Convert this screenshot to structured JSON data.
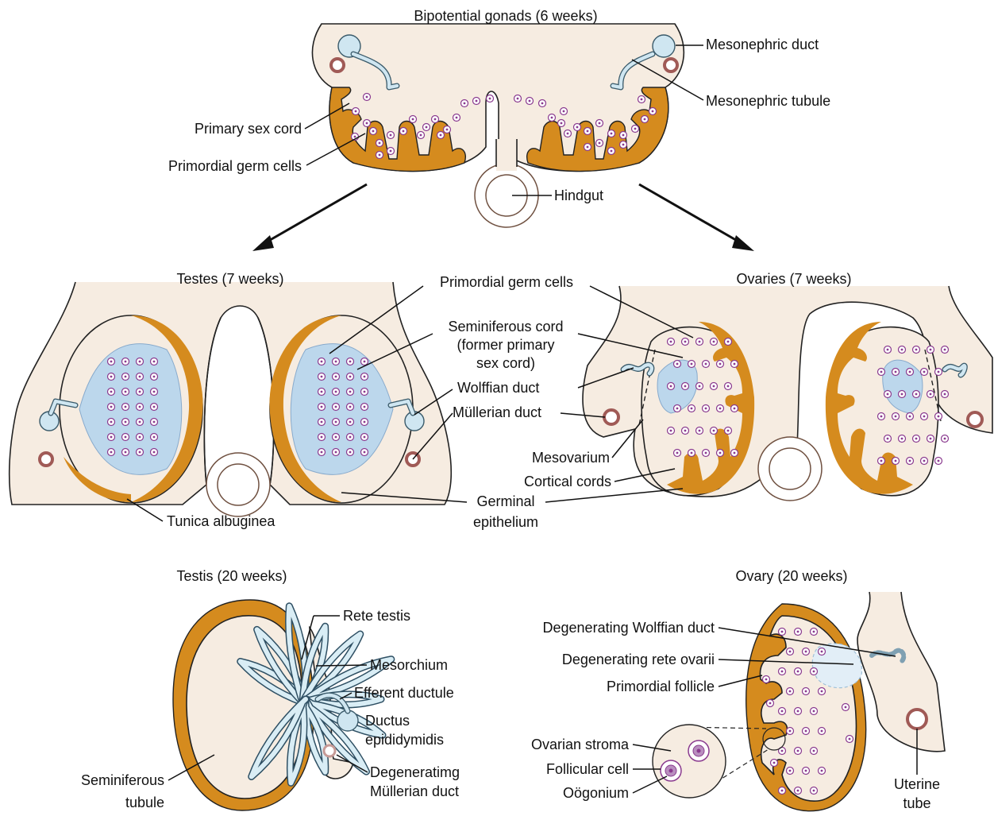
{
  "labels": {
    "bipotential": "Bipotential gonads (6 weeks)",
    "mesonephric_duct": "Mesonephric duct",
    "mesonephric_tubule": "Mesonephric tubule",
    "primary_sex_cord": "Primary sex cord",
    "primordial_germ_cells_top": "Primordial germ cells",
    "hindgut": "Hindgut",
    "testes_7": "Testes (7 weeks)",
    "ovaries_7": "Ovaries (7 weeks)",
    "primordial_germ_cells_mid": "Primordial germ cells",
    "seminiferous_cord_1": "Seminiferous cord",
    "seminiferous_cord_2": "(former primary",
    "seminiferous_cord_3": "sex cord)",
    "wolffian_duct": "Wolffian duct",
    "mullerian_duct": "Müllerian duct",
    "mesovarium": "Mesovarium",
    "cortical_cords": "Cortical cords",
    "germinal_1": "Germinal",
    "germinal_2": "epithelium",
    "tunica": "Tunica albuginea",
    "testis_20": "Testis (20 weeks)",
    "ovary_20": "Ovary (20 weeks)",
    "rete_testis": "Rete testis",
    "mesorchium": "Mesorchium",
    "efferent": "Efferent ductule",
    "ductus_1": "Ductus",
    "ductus_2": "epididymidis",
    "degen_mull_1": "Degeneratimg",
    "degen_mull_2": "Müllerian duct",
    "semi_tub_1": "Seminiferous",
    "semi_tub_2": "tubule",
    "degen_wolff": "Degenerating Wolffian duct",
    "degen_rete": "Degenerating rete ovarii",
    "primordial_follicle": "Primordial follicle",
    "ovarian_stroma": "Ovarian stroma",
    "follicular_cell": "Follicular cell",
    "oogonium": "Oögonium",
    "uterine_1": "Uterine",
    "uterine_2": "tube"
  },
  "colors": {
    "cortex": "#d58b1e",
    "tissue": "#f6ece1",
    "medulla": "#bcd7ec",
    "germ_cell": "#8a3a8f",
    "mullerian": "#a05a56"
  }
}
